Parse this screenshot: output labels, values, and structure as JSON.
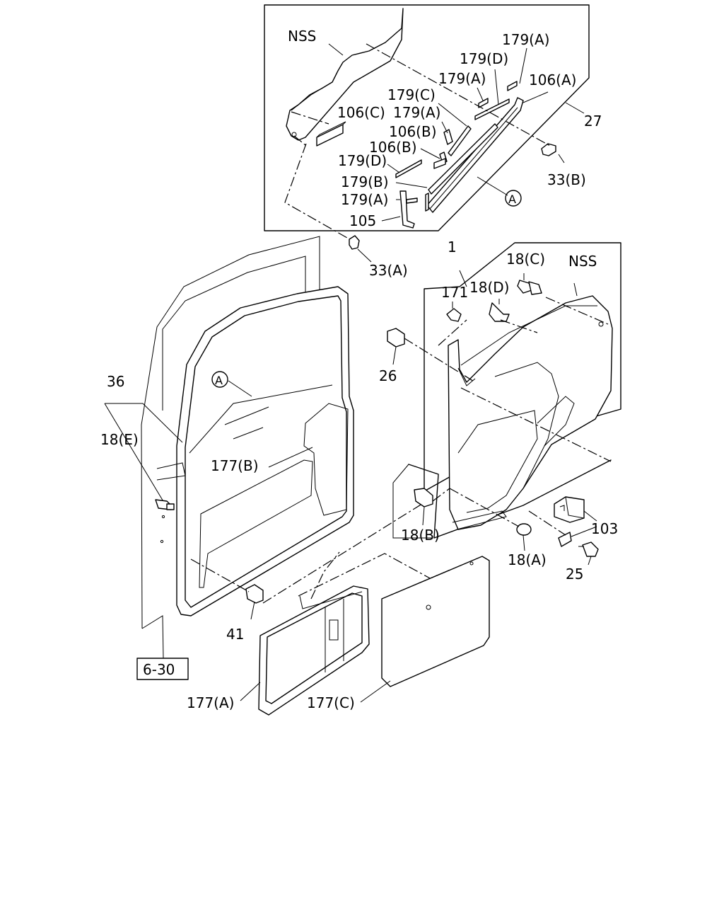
{
  "labels": {
    "nss_top": "NSS",
    "p179a_1": "179(A)",
    "p179d_1": "179(D)",
    "p179a_2": "179(A)",
    "p106a": "106(A)",
    "p179c": "179(C)",
    "p106c": "106(C)",
    "p179a_3": "179(A)",
    "p27": "27",
    "p106b_1": "106(B)",
    "p106b_2": "106(B)",
    "p179d_2": "179(D)",
    "p33b": "33(B)",
    "p179b": "179(B)",
    "callout_a_top": "A",
    "p179a_4": "179(A)",
    "p105": "105",
    "p33a": "33(A)",
    "p1": "1",
    "p18c": "18(C)",
    "nss_right": "NSS",
    "p171": "171",
    "p18d": "18(D)",
    "p26": "26",
    "p36": "36",
    "callout_a_door": "A",
    "p18e": "18(E)",
    "p177b": "177(B)",
    "p103": "103",
    "p18b": "18(B)",
    "p18a": "18(A)",
    "p25": "25",
    "p41": "41",
    "ref_6_30": "6-30",
    "p177a": "177(A)",
    "p177c": "177(C)"
  }
}
